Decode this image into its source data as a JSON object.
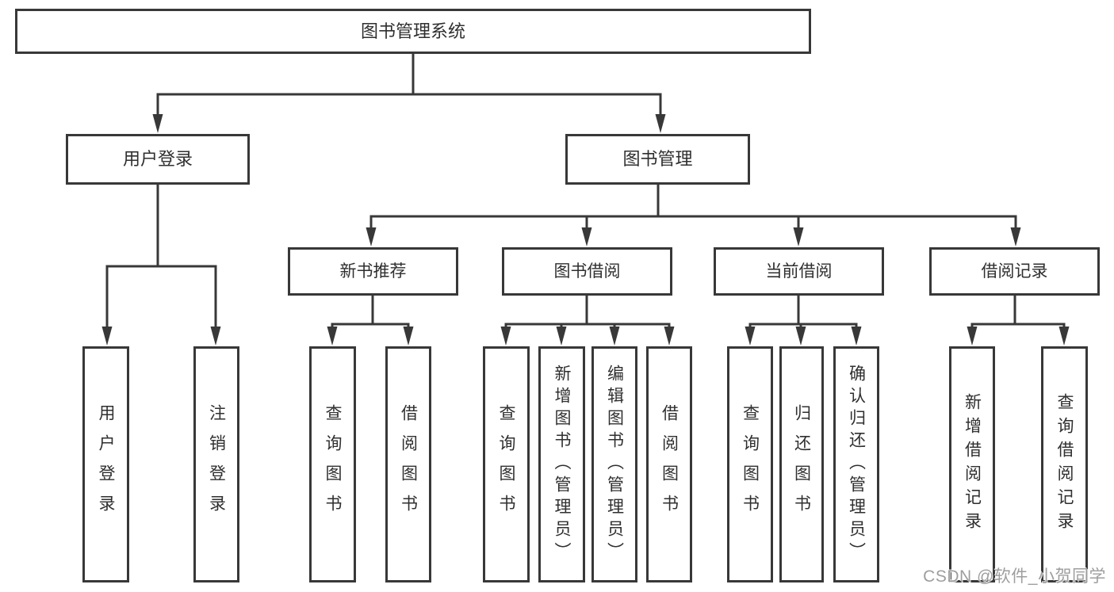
{
  "diagram_title": "图书管理系统",
  "nodes": {
    "root": "图书管理系统",
    "user_login": "用户登录",
    "book_mgmt": "图书管理",
    "new_book_rec": "新书推荐",
    "book_borrow": "图书借阅",
    "current_borrow": "当前借阅",
    "borrow_records": "借阅记录",
    "leaf_user_login": "用户登录",
    "leaf_logout": "注销登录",
    "rec_query_book": "查询图书",
    "rec_borrow_book": "借阅图书",
    "bb_query_book": "查询图书",
    "bb_add_book": "新增图书（管理员）",
    "bb_edit_book": "编辑图书（管理员）",
    "bb_borrow_book": "借阅图书",
    "cb_query_book": "查询图书",
    "cb_return_book": "归还图书",
    "cb_confirm_return": "确认归还（管理员）",
    "br_add_record": "新增借阅记录",
    "br_query_record": "查询借阅记录"
  },
  "hierarchy": {
    "label": "图书管理系统",
    "children": [
      {
        "label": "用户登录",
        "children": [
          {
            "label": "用户登录"
          },
          {
            "label": "注销登录"
          }
        ]
      },
      {
        "label": "图书管理",
        "children": [
          {
            "label": "新书推荐",
            "children": [
              {
                "label": "查询图书"
              },
              {
                "label": "借阅图书"
              }
            ]
          },
          {
            "label": "图书借阅",
            "children": [
              {
                "label": "查询图书"
              },
              {
                "label": "新增图书（管理员）"
              },
              {
                "label": "编辑图书（管理员）"
              },
              {
                "label": "借阅图书"
              }
            ]
          },
          {
            "label": "当前借阅",
            "children": [
              {
                "label": "查询图书"
              },
              {
                "label": "归还图书"
              },
              {
                "label": "确认归还（管理员）"
              }
            ]
          },
          {
            "label": "借阅记录",
            "children": [
              {
                "label": "新增借阅记录"
              },
              {
                "label": "查询借阅记录"
              }
            ]
          }
        ]
      }
    ]
  },
  "watermark": "CSDN @软件_小贺同学",
  "colors": {
    "line": "#383838",
    "text": "#2f2f2f",
    "watermark": "#9e9e9e",
    "background": "#ffffff"
  }
}
